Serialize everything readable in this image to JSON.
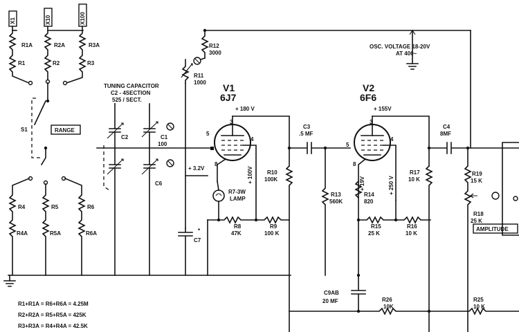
{
  "range_buttons": {
    "x1": "X1",
    "x10": "X10",
    "x100": "X100"
  },
  "resistors": {
    "r1a": "R1A",
    "r1": "R1",
    "r2a": "R2A",
    "r2": "R2",
    "r3a": "R3A",
    "r3": "R3",
    "r4": "R4",
    "r4a": "R4A",
    "r5": "R5",
    "r5a": "R5A",
    "r6": "R6",
    "r6a": "R6A",
    "r12_name": "R12",
    "r12_value": "3000",
    "r11_name": "R11",
    "r11_value": "1000",
    "r10_name": "R10",
    "r10_value": "100K",
    "r8_name": "R8",
    "r8_value": "47K",
    "r9_name": "R9",
    "r9_value": "100 K",
    "r13_name": "R13",
    "r13_value": "560K",
    "r14_name": "R14",
    "r14_value": "820",
    "r15_name": "R15",
    "r15_value": "25 K",
    "r16_name": "R16",
    "r16_value": "10 K",
    "r17_name": "R17",
    "r17_value": "10 K",
    "r19_name": "R19",
    "r19_value": "15 K",
    "r18_name": "R18",
    "r18_value": "25 K",
    "r26_name": "R26",
    "r26_value": "10K",
    "r25_name": "R25",
    "r25_value": "10 K",
    "r7_name": "R7-3W",
    "r7_value": "LAMP"
  },
  "capacitors": {
    "tuning_line1": "TUNING CAPACITOR",
    "tuning_line2": "C2 - 4SECTION",
    "tuning_line3": "525 / SECT.",
    "c2": "C2",
    "c1_name": "C1",
    "c1_value": "100",
    "c6": "C6",
    "c7": "C7",
    "c3_name": "C3",
    "c3_value": ".5 MF",
    "c4_name": "C4",
    "c4_value": "8MF",
    "c9_name": "C9AB",
    "c9_value": "20 MF"
  },
  "switch": {
    "s1": "S1",
    "range": "RANGE"
  },
  "tubes": {
    "v1_name": "V1",
    "v1_type": "6J7",
    "v2_name": "V2",
    "v2_type": "6F6",
    "v1_pin3": "3",
    "v1_pin5": "5",
    "v1_pin4": "4",
    "v1_pin8": "8",
    "v2_pin3": "3",
    "v2_pin5": "5",
    "v2_pin4": "4",
    "v2_pin8": "8"
  },
  "voltages": {
    "v1_plate": "+ 180 V",
    "v1_screen": "+ 100V",
    "v1_cathode": "+ 3.2V",
    "v2_plate": "+ 155V",
    "v2_cathode": "+ 19V",
    "v2_screen": "+ 250 V"
  },
  "osc_voltage": {
    "line1": "OSC. VOLTAGE 18-20V",
    "line2": "AT 400~"
  },
  "amplitude": "AMPLITUDE",
  "formulas": [
    "R1+R1A = R6+R6A = 4.25M",
    "R2+R2A = R5+R5A = 425K",
    "R3+R3A = R4+R4A = 42.5K"
  ]
}
